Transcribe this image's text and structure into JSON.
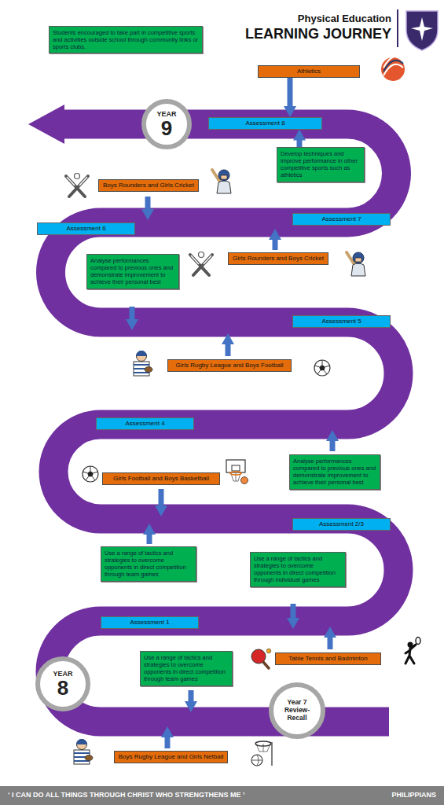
{
  "diagram": {
    "title": "LEARNING JOURNEY",
    "caption": "‘ I CAN DO ALL THINGS THROUGH CHRIST WHO STRENGTHENS ME ’",
    "nodes": [
      {
        "text": [
          "Students encouraged to take part in competitive sports and activities outside school through community links or sports clubs."
        ]
      },
      {
        "text": [
          "Athletics"
        ]
      },
      {
        "text": [
          "YEAR",
          "9"
        ]
      },
      {
        "text": [
          "Assessment 8"
        ]
      },
      {
        "text": [
          "Develop techniques and improve performance in other competitive sports such as athletics"
        ]
      },
      {
        "text": [
          "Boys Rounders and Girls Cricket"
        ]
      },
      {
        "text": [
          "Assessment 7"
        ]
      },
      {
        "text": [
          "Assessment 6"
        ]
      },
      {
        "text": [
          "Girls Rounders and Boys Cricket"
        ]
      },
      {
        "text": [
          "Analyse performances compared to previous ones and demonstrate improvement to achieve their personal best"
        ]
      },
      {
        "text": [
          "Assessment 5"
        ]
      },
      {
        "text": [
          "Girls Rugby League and Boys Football"
        ]
      },
      {
        "text": [
          "Assessment 4"
        ]
      },
      {
        "text": [
          "Analyse performances compared to previous ones and demonstrate improvement to achieve their personal best"
        ]
      },
      {
        "text": [
          "Girls Football and Boys Basketball"
        ]
      },
      {
        "text": [
          "Assessment 2/3"
        ]
      },
      {
        "text": [
          "Use a range of tactics and strategies to overcome opponents in direct competition through team games"
        ]
      },
      {
        "text": [
          "Use a range of tactics and strategies to overcome opponents in direct competition through individual games"
        ]
      },
      {
        "text": [
          "Assessment 1"
        ]
      },
      {
        "text": [
          "Table Tennis and Badminton"
        ]
      },
      {
        "text": [
          "Use a range of tactics and strategies to overcome opponents in direct competition through team games"
        ]
      },
      {
        "text": [
          "YEAR",
          "8"
        ]
      },
      {
        "text": [
          "Year 7 Review-Recall"
        ]
      },
      {
        "text": [
          "Boys Rugby League and Girls Netball"
        ]
      }
    ],
    "edges": [
      {
        "from": 1,
        "to": 3,
        "arrow": "to"
      },
      {
        "from": 4,
        "to": 3,
        "arrow": "to"
      }
    ],
    "labels": [
      "Physical Education",
      "PHILIPPIANS"
    ]
  }
}
